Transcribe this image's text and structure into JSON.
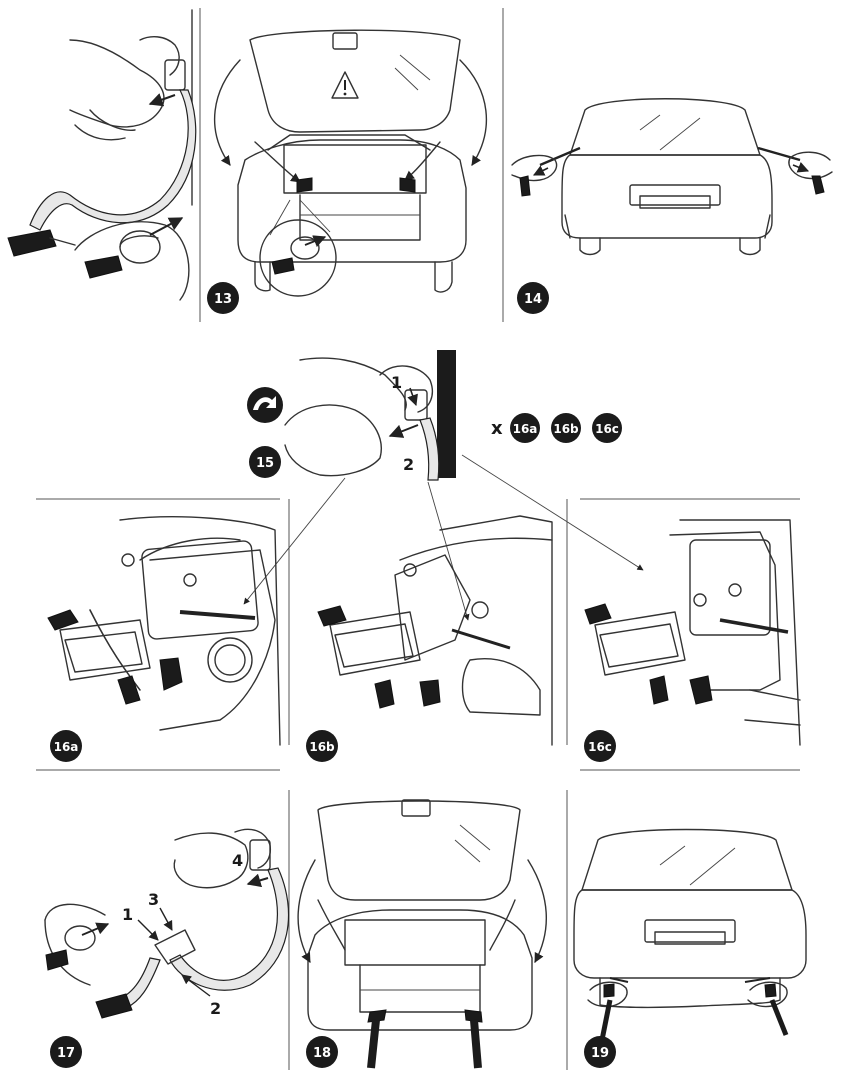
{
  "steps": {
    "s13": "13",
    "s14": "14",
    "s15": "15",
    "s16a": "16a",
    "s16b": "16b",
    "s16c": "16c",
    "s17": "17",
    "s18": "18",
    "s19": "19"
  },
  "step15": {
    "times": "x",
    "refs": [
      "16a",
      "16b",
      "16c"
    ],
    "callout_1": "1",
    "callout_2": "2"
  },
  "step17": {
    "callout_1": "1",
    "callout_2": "2",
    "callout_3": "3",
    "callout_4": "4"
  },
  "colors": {
    "badge": "#1b1b1b",
    "ink": "#333333"
  }
}
